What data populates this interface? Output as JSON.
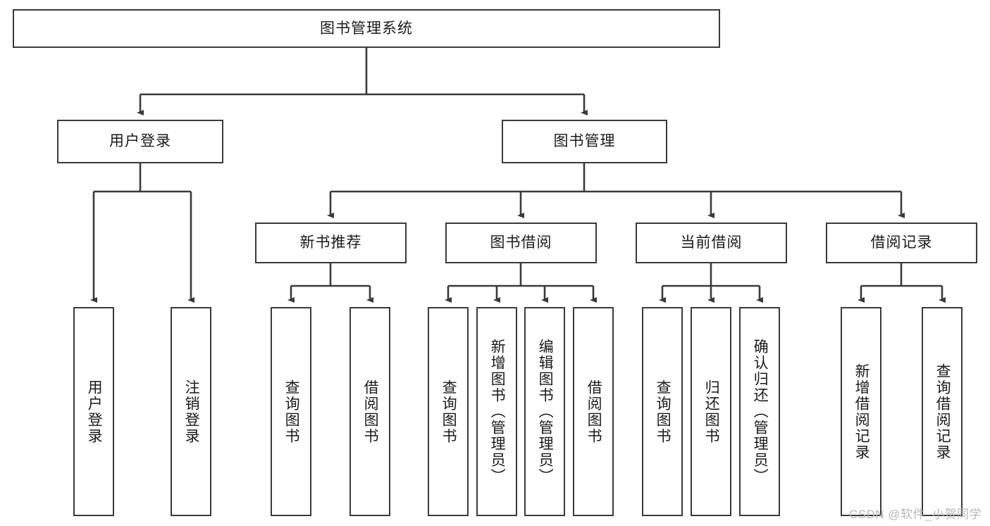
{
  "diagram": {
    "title": "图书管理系统",
    "watermark": "CSDN @软件_小贺同学",
    "accent_color": "#3a3a3a",
    "background_color": "#ffffff",
    "nodes": {
      "root": "图书管理系统",
      "level2": [
        "用户登录",
        "图书管理"
      ],
      "level3": [
        "新书推荐",
        "图书借阅",
        "当前借阅",
        "借阅记录"
      ],
      "leaves": {
        "user_login": [
          "用户登录",
          "注销登录"
        ],
        "new_book_recommend": [
          "查询图书",
          "借阅图书"
        ],
        "book_borrow": [
          "查询图书",
          "新增图书（管理员）",
          "编辑图书（管理员）",
          "借阅图书"
        ],
        "current_borrow": [
          "查询图书",
          "归还图书",
          "确认归还（管理员）"
        ],
        "borrow_record": [
          "新增借阅记录",
          "查询借阅记录"
        ]
      }
    }
  }
}
